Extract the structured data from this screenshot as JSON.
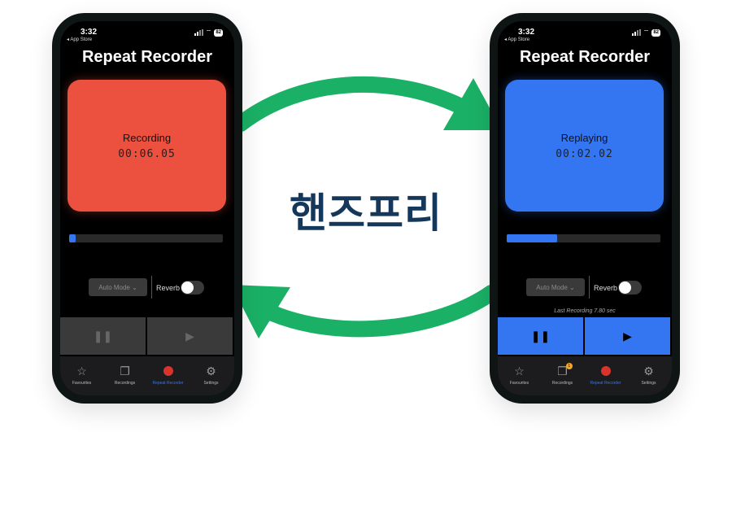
{
  "headline": "핸즈프리",
  "colors": {
    "recording": "#ec513f",
    "replaying": "#3476f2",
    "arrow": "#1ab166",
    "headline": "#14375a",
    "active_tab": "#3476f2"
  },
  "phones": [
    {
      "status": {
        "time": "3:32",
        "back_link": "◂ App Store",
        "battery": "82"
      },
      "title": "Repeat Recorder",
      "state_label": "Recording",
      "timer": "00:06.05",
      "pad_color": "#ec513f",
      "progress_fraction": 0.04,
      "auto_mode_label": "Auto Mode ⌄",
      "reverb_label": "Reverb",
      "reverb_on": false,
      "last_recording": "",
      "buttons_active": false,
      "tabs": [
        {
          "label": "Favourites",
          "icon": "star-icon",
          "active": false
        },
        {
          "label": "Recordings",
          "icon": "documents-icon",
          "active": false
        },
        {
          "label": "Repeat Recorder",
          "icon": "record-dot-icon",
          "active": true
        },
        {
          "label": "Settings",
          "icon": "gear-icon",
          "active": false
        }
      ]
    },
    {
      "status": {
        "time": "3:32",
        "back_link": "◂ App Store",
        "battery": "82"
      },
      "title": "Repeat Recorder",
      "state_label": "Replaying",
      "timer": "00:02.02",
      "pad_color": "#3476f2",
      "progress_fraction": 0.33,
      "auto_mode_label": "Auto Mode ⌄",
      "reverb_label": "Reverb",
      "reverb_on": false,
      "last_recording": "Last Recording 7.80 sec",
      "buttons_active": true,
      "recordings_badge": "1",
      "tabs": [
        {
          "label": "Favourites",
          "icon": "star-icon",
          "active": false
        },
        {
          "label": "Recordings",
          "icon": "documents-icon",
          "active": false
        },
        {
          "label": "Repeat Recorder",
          "icon": "record-dot-icon",
          "active": true
        },
        {
          "label": "Settings",
          "icon": "gear-icon",
          "active": false
        }
      ]
    }
  ]
}
